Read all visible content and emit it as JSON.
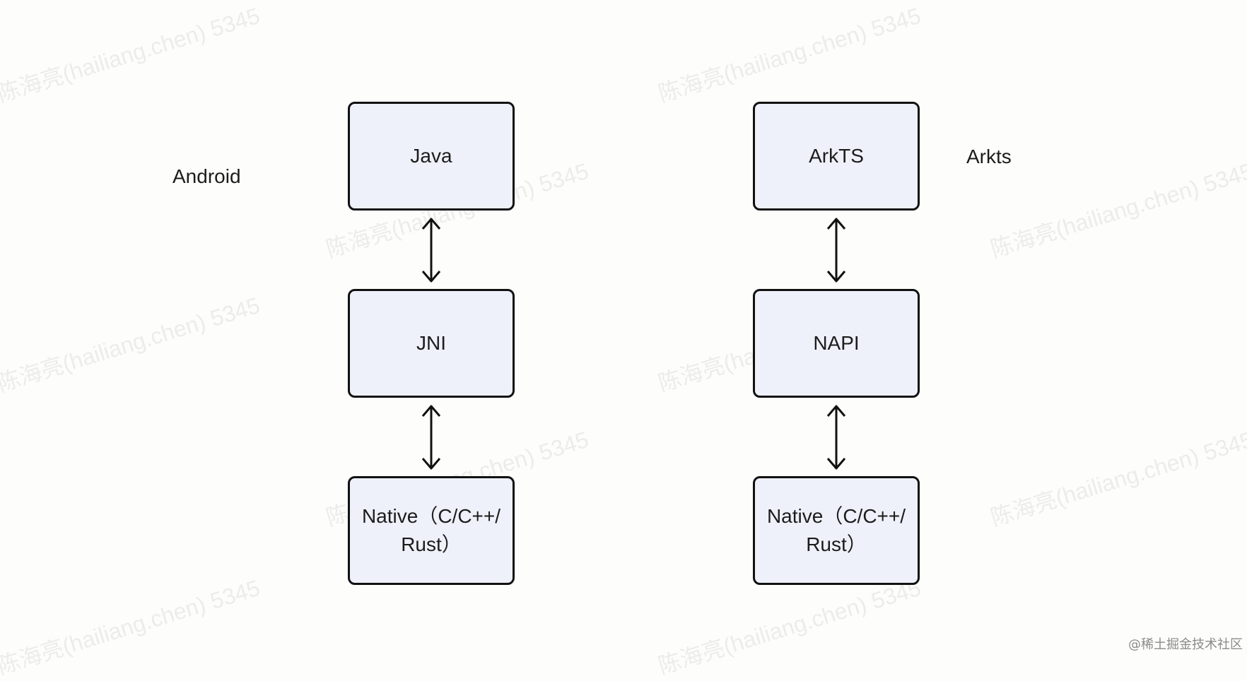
{
  "diagram": {
    "left": {
      "side_label": "Android",
      "boxes": [
        "Java",
        "JNI",
        "Native（C/C++/\nRust）"
      ]
    },
    "right": {
      "side_label": "Arkts",
      "boxes": [
        "ArkTS",
        "NAPI",
        "Native（C/C++/\nRust）"
      ]
    }
  },
  "watermark": "陈海亮(hailiang.chen) 5345",
  "site_mark": "@稀土掘金技术社区",
  "colors": {
    "background": "#fdfdfc",
    "box_fill": "#eef1f9",
    "box_border": "#111111",
    "arrow": "#111111"
  }
}
